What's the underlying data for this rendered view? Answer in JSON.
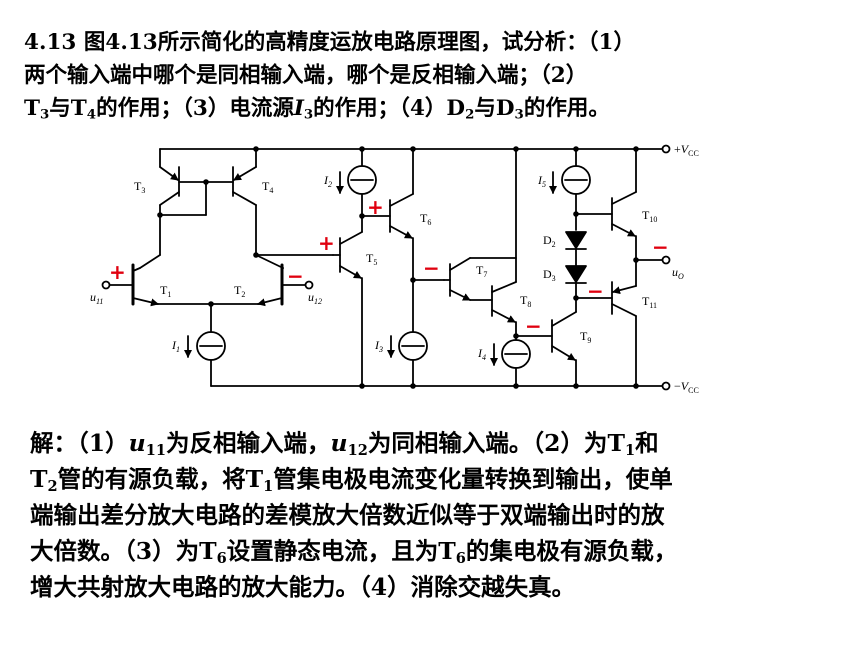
{
  "question": {
    "line1": {
      "num": "4.13",
      "a": " 图",
      "b": "4.13",
      "c": "所示简化的高精度运放电路原理图，试分析：（",
      "d": "1",
      "e": "）"
    },
    "line2": {
      "a": "两个输入端中哪个是同相输入端，哪个是反相输入端；（",
      "b": "2",
      "c": "）"
    },
    "line3": {
      "t3": "T",
      "t3sub": "3",
      "with": "与",
      "t4": "T",
      "t4sub": "4",
      "a": "的作用；（",
      "b": "3",
      "c": "）电流源",
      "i": "I",
      "isub": "3",
      "d": "的作用；（",
      "e": "4",
      "f": "）",
      "d2": "D",
      "d2sub": "2",
      "with2": "与",
      "d3": "D",
      "d3sub": "3",
      "g": "的作用。"
    }
  },
  "answer": {
    "line1": {
      "a": "解：（",
      "b": "1",
      "c": "）",
      "u": "u",
      "usub": "11",
      "d": "为反相输入端，",
      "u2": "u",
      "u2sub": "12",
      "e": "为同相输入端。（",
      "f": "2",
      "g": "）为",
      "t": "T",
      "tsub": "1",
      "h": "和"
    },
    "line2": {
      "t": "T",
      "tsub": "2",
      "a": "管的有源负载，将",
      "t1": "T",
      "t1sub": "1",
      "b": "管集电极电流变化量转换到输出，使单"
    },
    "line3": "端输出差分放大电路的差模放大倍数近似等于双端输出时的放",
    "line4": {
      "a": "大倍数。（",
      "b": "3",
      "c": "）为",
      "t": "T",
      "tsub": "6",
      "d": "设置静态电流，且为",
      "t2": "T",
      "t2sub": "6",
      "e": "的集电极有源负载，"
    },
    "line5": {
      "a": "增大共射放大电路的放大能力。（",
      "b": "4",
      "c": "）消除交越失真。"
    }
  },
  "circuit": {
    "vcc_pos": {
      "sign": "+",
      "v": "V",
      "sub": "CC"
    },
    "vcc_neg": {
      "sign": "−",
      "v": "V",
      "sub": "CC"
    },
    "transistors": {
      "t1": {
        "t": "T",
        "s": "1"
      },
      "t2": {
        "t": "T",
        "s": "2"
      },
      "t3": {
        "t": "T",
        "s": "3"
      },
      "t4": {
        "t": "T",
        "s": "4"
      },
      "t5": {
        "t": "T",
        "s": "5"
      },
      "t6": {
        "t": "T",
        "s": "6"
      },
      "t7": {
        "t": "T",
        "s": "7"
      },
      "t8": {
        "t": "T",
        "s": "8"
      },
      "t9": {
        "t": "T",
        "s": "9"
      },
      "t10": {
        "t": "T",
        "s": "10"
      },
      "t11": {
        "t": "T",
        "s": "11"
      }
    },
    "sources": {
      "i1": {
        "t": "I",
        "s": "1"
      },
      "i2": {
        "t": "I",
        "s": "2"
      },
      "i3": {
        "t": "I",
        "s": "3"
      },
      "i4": {
        "t": "I",
        "s": "4"
      },
      "i5": {
        "t": "I",
        "s": "5"
      }
    },
    "diodes": {
      "d2": {
        "t": "D",
        "s": "2"
      },
      "d3": {
        "t": "D",
        "s": "3"
      }
    },
    "inputs": {
      "u11": {
        "t": "u",
        "s": "11"
      },
      "u12": {
        "t": "u",
        "s": "12"
      }
    },
    "output": {
      "t": "u",
      "s": "O"
    },
    "polarity_marks": {
      "plus": "+",
      "minus": "−"
    },
    "mark_color": "#e0000f"
  }
}
